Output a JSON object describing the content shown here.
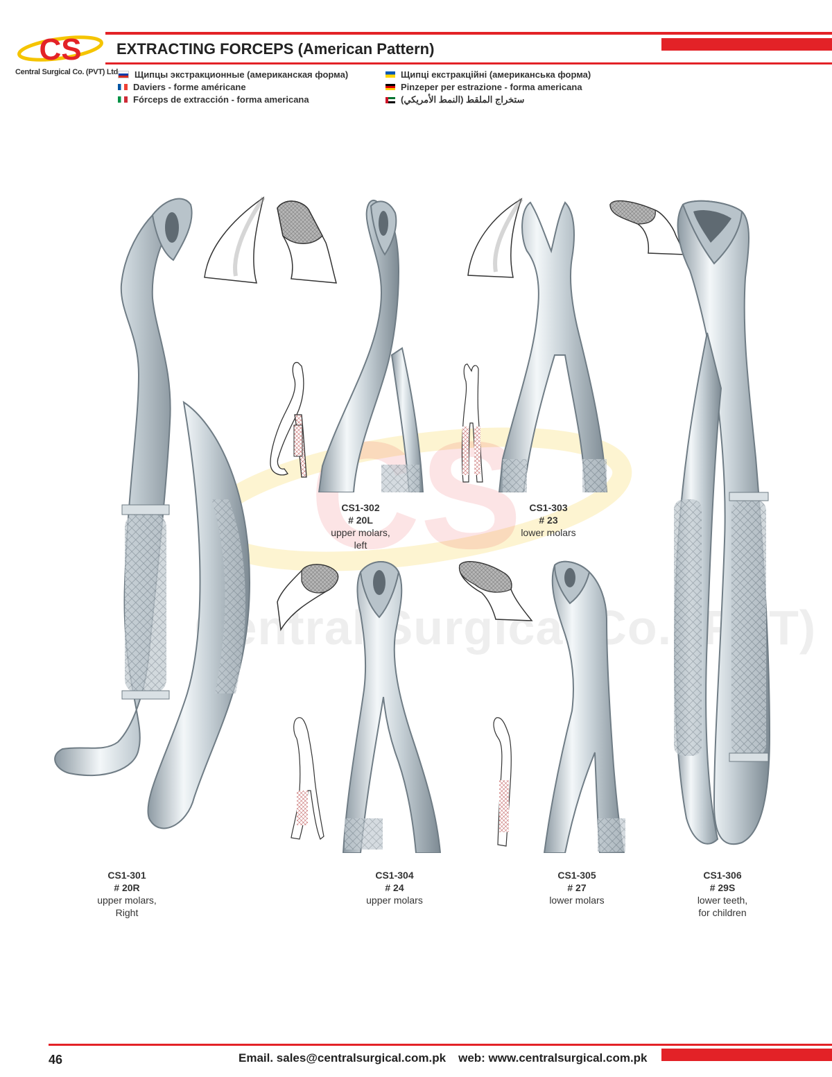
{
  "brand": {
    "logo_text": "CS",
    "tagline": "Central Surgical Co. (PVT) Ltd.,"
  },
  "header": {
    "title": "EXTRACTING FORCEPS (American Pattern)",
    "translations_left": [
      {
        "flag": "ru",
        "text": "Щипцы экстракционные (американская форма)"
      },
      {
        "flag": "fr",
        "text": "Daviers - forme américane"
      },
      {
        "flag": "it",
        "text": "Fórceps de extracción - forma americana"
      }
    ],
    "translations_right": [
      {
        "flag": "ua",
        "text": "Щипці екстракційні (американська форма)"
      },
      {
        "flag": "de",
        "text": "Pinzeper per estrazione - forma americana"
      },
      {
        "flag": "ae",
        "text": "ستخراج الملقط (النمط الأمريكي)"
      }
    ]
  },
  "watermark": "Central Surgical Co. (PVT) Ltd.,",
  "products": [
    {
      "code": "CS1-301",
      "number": "# 20R",
      "desc": [
        "upper molars,",
        "Right"
      ]
    },
    {
      "code": "CS1-302",
      "number": "# 20L",
      "desc": [
        "upper molars,",
        "left"
      ]
    },
    {
      "code": "CS1-303",
      "number": "# 23",
      "desc": [
        "lower molars"
      ]
    },
    {
      "code": "CS1-304",
      "number": "# 24",
      "desc": [
        "upper molars"
      ]
    },
    {
      "code": "CS1-305",
      "number": "# 27",
      "desc": [
        "lower molars"
      ]
    },
    {
      "code": "CS1-306",
      "number": "# 29S",
      "desc": [
        "lower teeth,",
        "for children"
      ]
    }
  ],
  "footer": {
    "page_number": "46",
    "email": "Email. sales@centralsurgical.com.pk",
    "web": "web: www.centralsurgical.com.pk"
  },
  "colors": {
    "accent_red": "#e32227",
    "logo_yellow": "#f5c400",
    "steel_light": "#eef3f6",
    "steel_dark": "#8d9aa3"
  },
  "icons": {
    "logo": "cs-logo",
    "forceps": "forceps-illustration",
    "beak_detail": "beak-detail-illustration"
  }
}
